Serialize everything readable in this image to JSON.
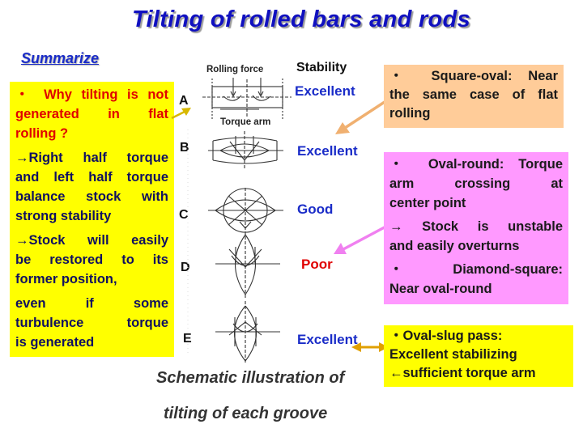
{
  "title": "Tilting of rolled bars and rods",
  "summarize_label": "Summarize",
  "left_box": {
    "lines": [
      [
        "・ Why tilting is not",
        "generated in flat"
      ],
      [
        "rolling ?"
      ],
      [
        "→Right half torque",
        "and left half torque",
        "balance stock with"
      ],
      [
        "strong stability"
      ],
      [
        "→Stock will easily",
        "be restored to its"
      ],
      [
        "former position,"
      ],
      [
        "even if some",
        "turbulence torque"
      ],
      [
        "is generated"
      ]
    ]
  },
  "diagram": {
    "rolling_force_label": "Rolling force",
    "torque_arm_label": "Torque arm",
    "stability_header": "Stability",
    "grooves": [
      {
        "letter": "A",
        "stability": "Excellent"
      },
      {
        "letter": "B",
        "stability": "Excellent"
      },
      {
        "letter": "C",
        "stability": "Good"
      },
      {
        "letter": "D",
        "stability": "Poor"
      },
      {
        "letter": "E",
        "stability": "Excellent"
      }
    ],
    "caption_line1": "Schematic illustration of",
    "caption_line2": "tilting of each groove"
  },
  "notes": {
    "square_oval": {
      "lines": [
        "・ Square-oval: Near",
        "the same case of flat",
        "rolling"
      ]
    },
    "oval_round": {
      "lines": [
        "・ Oval-round: Torque",
        "arm crossing at",
        "center point",
        "→ Stock is unstable",
        "and easily overturns",
        "・ Diamond-square:",
        "Near oval-round"
      ]
    },
    "oval_slug": {
      "lines": [
        "・Oval-slug pass:",
        "Excellent stabilizing",
        "←sufficient torque arm"
      ]
    }
  },
  "colors": {
    "title": "#1010c0",
    "left_box_bg": "#ffff00",
    "left_box_red_text": "#e00000",
    "left_box_dark_text": "#101060",
    "square_oval_bg": "#ffcc99",
    "oval_round_bg": "#ff99ff",
    "oval_slug_bg": "#ffff00",
    "excellent": "#1a2cc8",
    "good": "#1a2cc8",
    "poor": "#e00000",
    "arrow_sq": "#f0b070",
    "arrow_or": "#f080f0",
    "arrow_os": "#e0a000",
    "arrow_left": "#d8b800"
  }
}
